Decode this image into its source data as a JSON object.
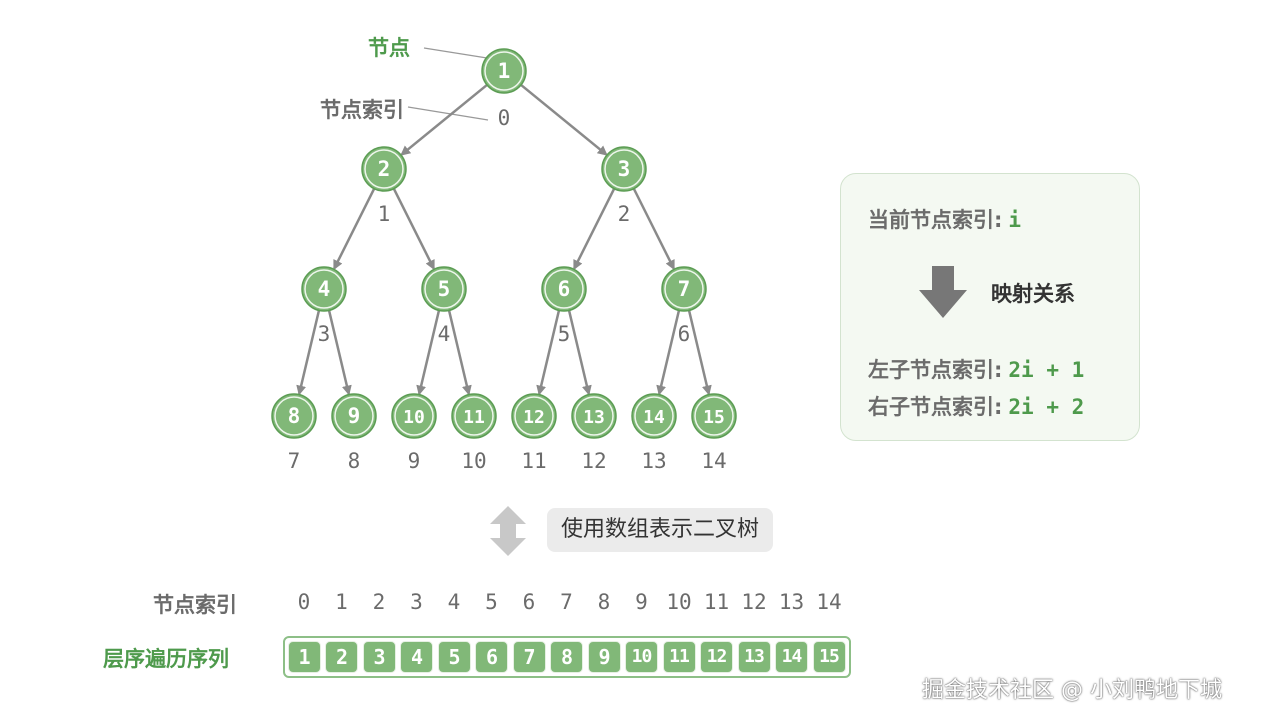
{
  "tree": {
    "node_label": "节点",
    "index_label": "节点索引",
    "nodes": [
      {
        "value": "1",
        "index": "0"
      },
      {
        "value": "2",
        "index": "1"
      },
      {
        "value": "3",
        "index": "2"
      },
      {
        "value": "4",
        "index": "3"
      },
      {
        "value": "5",
        "index": "4"
      },
      {
        "value": "6",
        "index": "5"
      },
      {
        "value": "7",
        "index": "6"
      },
      {
        "value": "8",
        "index": "7"
      },
      {
        "value": "9",
        "index": "8"
      },
      {
        "value": "10",
        "index": "9"
      },
      {
        "value": "11",
        "index": "10"
      },
      {
        "value": "12",
        "index": "11"
      },
      {
        "value": "13",
        "index": "12"
      },
      {
        "value": "14",
        "index": "13"
      },
      {
        "value": "15",
        "index": "14"
      }
    ]
  },
  "info": {
    "current_label": "当前节点索引:",
    "current_value": "i",
    "mapping_label": "映射关系",
    "left_label": "左子节点索引:",
    "left_value": "2i + 1",
    "right_label": "右子节点索引:",
    "right_value": "2i + 2"
  },
  "array": {
    "caption": "使用数组表示二叉树",
    "index_row_label": "节点索引",
    "level_order_label": "层序遍历序列",
    "indices": [
      "0",
      "1",
      "2",
      "3",
      "4",
      "5",
      "6",
      "7",
      "8",
      "9",
      "10",
      "11",
      "12",
      "13",
      "14"
    ],
    "values": [
      "1",
      "2",
      "3",
      "4",
      "5",
      "6",
      "7",
      "8",
      "9",
      "10",
      "11",
      "12",
      "13",
      "14",
      "15"
    ]
  },
  "watermark": "掘金技术社区 @ 小刘鸭地下城",
  "colors": {
    "node_fill": "#81b878",
    "node_ring": "#5c9d54",
    "accent_green": "#4e9a4c",
    "edge_gray": "#8a8a8a",
    "index_gray": "#6b6b6b"
  }
}
